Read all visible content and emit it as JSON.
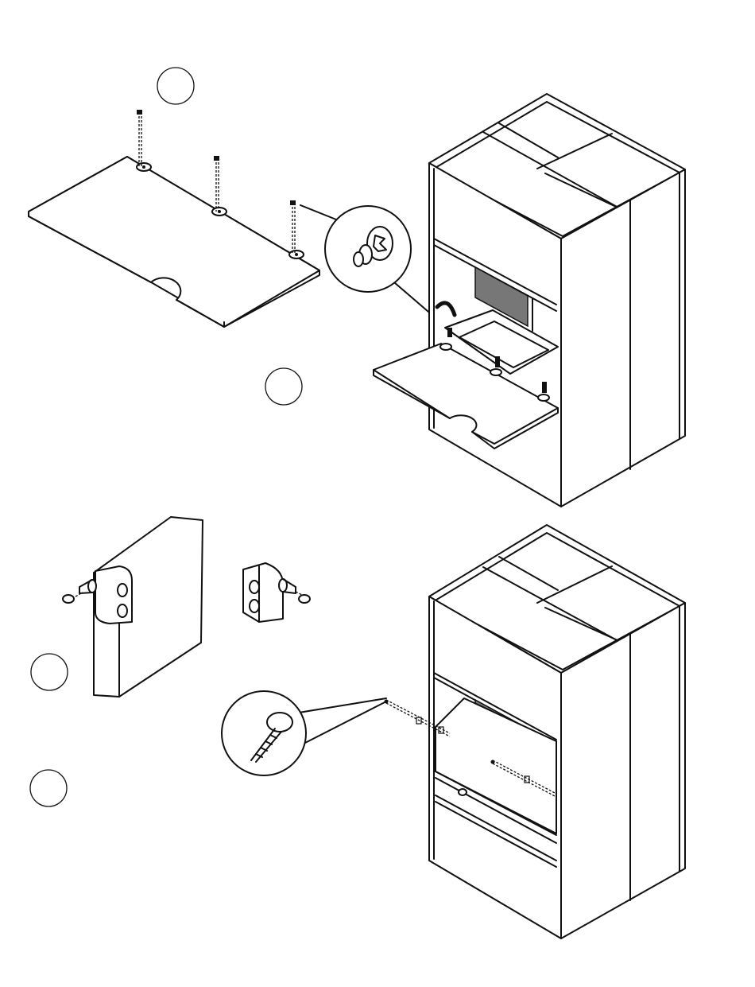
{
  "page": {
    "background": "#ffffff",
    "line_color": "#111111",
    "shade_color": "#777777"
  },
  "steps": [
    {
      "id": "step-1",
      "label": ""
    },
    {
      "id": "step-2",
      "label": ""
    },
    {
      "id": "step-3",
      "label": ""
    },
    {
      "id": "step-4",
      "label": ""
    }
  ],
  "icons": {
    "top_detail": "flat-head-screw-icon",
    "bottom_detail": "self-tapping-screw-icon",
    "hinge_detail": "hinge-bracket-icon"
  }
}
